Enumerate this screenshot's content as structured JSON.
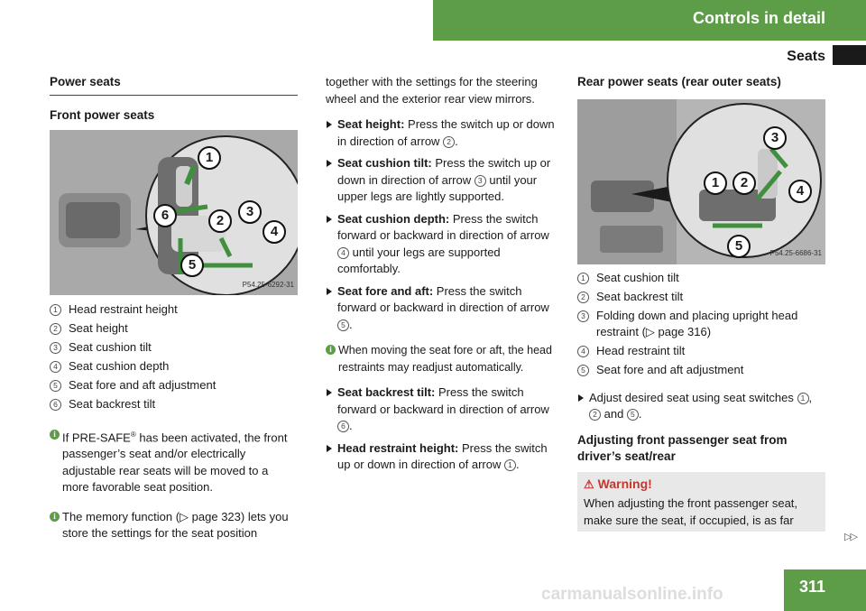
{
  "header": {
    "chapter": "Controls in detail",
    "section": "Seats"
  },
  "footer": {
    "page_number": "311",
    "continue_icon": "▷▷",
    "watermark": "carmanualsonline.info"
  },
  "colors": {
    "accent_green": "#5e9d47",
    "warning_red": "#c2382f"
  },
  "col1": {
    "heading": "Power seats",
    "subheading": "Front power seats",
    "figure_code": "P54.25-6292-31",
    "figure_callouts": [
      "1",
      "2",
      "3",
      "4",
      "5",
      "6"
    ],
    "legend": [
      {
        "num": "1",
        "text": "Head restraint height"
      },
      {
        "num": "2",
        "text": "Seat height"
      },
      {
        "num": "3",
        "text": "Seat cushion tilt"
      },
      {
        "num": "4",
        "text": "Seat cushion depth"
      },
      {
        "num": "5",
        "text": "Seat fore and aft adjustment"
      },
      {
        "num": "6",
        "text": "Seat backrest tilt"
      }
    ],
    "info1": {
      "pre": "If PRE-SAFE",
      "sup": "®",
      "post": " has been activated, the front passenger’s seat and/or electrically adjustable rear seats will be moved to a more favorable seat position."
    },
    "info2": {
      "pre": "The memory function (",
      "arrow": "▷",
      "post": " page 323) lets you store the settings for the seat position"
    }
  },
  "col2": {
    "intro": "together with the settings for the steering wheel and the exterior rear view mirrors.",
    "steps": [
      {
        "label": "Seat height:",
        "pre": " Press the switch up or down in direction of arrow ",
        "num": "2",
        "post": "."
      },
      {
        "label": "Seat cushion tilt:",
        "pre": " Press the switch up or down in direction of arrow ",
        "num": "3",
        "post": " until your upper legs are lightly supported."
      },
      {
        "label": "Seat cushion depth:",
        "pre": " Press the switch forward or backward in direction of arrow ",
        "num": "4",
        "post": " until your legs are supported comfortably."
      },
      {
        "label": "Seat fore and aft:",
        "pre": " Press the switch forward or backward in direction of arrow ",
        "num": "5",
        "post": "."
      }
    ],
    "info": "When moving the seat fore or aft, the head restraints may readjust automatically.",
    "steps2": [
      {
        "label": "Seat backrest tilt:",
        "pre": " Press the switch forward or backward in direction of arrow ",
        "num": "6",
        "post": "."
      },
      {
        "label": "Head restraint height:",
        "pre": " Press the switch up or down in direction of arrow ",
        "num": "1",
        "post": "."
      }
    ]
  },
  "col3": {
    "heading": "Rear power seats (rear outer seats)",
    "figure_code": "P54.25-6686-31",
    "figure_callouts": [
      "1",
      "2",
      "3",
      "4",
      "5"
    ],
    "legend": [
      {
        "num": "1",
        "text": "Seat cushion tilt"
      },
      {
        "num": "2",
        "text": "Seat backrest tilt"
      },
      {
        "num": "3",
        "pre": "Folding down and placing upright head restraint (",
        "arrow": "▷",
        "post": " page 316)"
      },
      {
        "num": "4",
        "text": "Head restraint tilt"
      },
      {
        "num": "5",
        "text": "Seat fore and aft adjustment"
      }
    ],
    "step": {
      "pre": "Adjust desired seat using seat switches ",
      "n1": "1",
      "sep1": ", ",
      "n2": "2",
      "sep2": " and ",
      "n3": "5",
      "post": "."
    },
    "subheading": "Adjusting front passenger seat from driver’s seat/rear",
    "warning": {
      "title": "Warning!",
      "icon": "warning-triangle-icon",
      "text": "When adjusting the front passenger seat, make sure the seat, if occupied, is as far"
    }
  }
}
